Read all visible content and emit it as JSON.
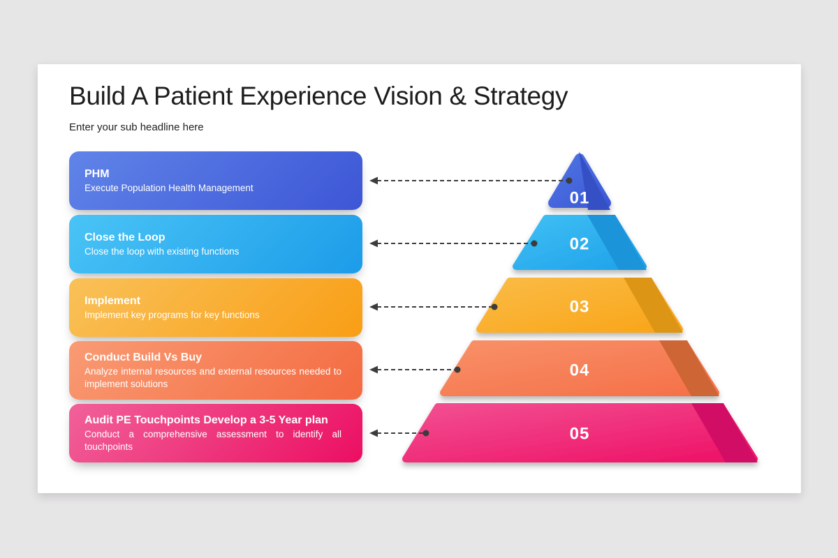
{
  "slide": {
    "title": "Build A Patient Experience Vision & Strategy",
    "subtitle": "Enter your sub headline here",
    "background_color": "#e7e6e7",
    "card_color": "#ffffff",
    "connector_color": "#3c3c3c",
    "text_color": "#1d1d1d"
  },
  "steps": [
    {
      "number": "01",
      "title": "PHM",
      "description": "Execute Population Health Management",
      "box_color_start": "#6084e8",
      "box_color_end": "#3d56d6",
      "tier_start": "#4e74e4",
      "tier_end": "#3c59d6",
      "tier_shade": "#3650c4"
    },
    {
      "number": "02",
      "title": "Close the Loop",
      "description": "Close the loop with existing functions",
      "box_color_start": "#4ac4f6",
      "box_color_end": "#1c9ce9",
      "tier_start": "#3fbff4",
      "tier_end": "#1fa2ea",
      "tier_shade": "#1e94d9"
    },
    {
      "number": "03",
      "title": "Implement",
      "description": "Implement key programs for key functions",
      "box_color_start": "#f9c159",
      "box_color_end": "#f99e15",
      "tier_start": "#fabb45",
      "tier_end": "#f9a519",
      "tier_shade": "#dd9519"
    },
    {
      "number": "04",
      "title": "Conduct Build Vs Buy",
      "description": "Analyze internal resources and external resources needed to implement solutions",
      "box_color_start": "#f99b74",
      "box_color_end": "#f46a40",
      "tier_start": "#f89068",
      "tier_end": "#f57048",
      "tier_shade": "#ce6534"
    },
    {
      "number": "05",
      "title": "Audit PE Touchpoints Develop a 3-5 Year plan",
      "description": "Conduct a comprehensive assessment to identify all touchpoints",
      "box_color_start": "#f1619a",
      "box_color_end": "#ec0e62",
      "tier_start": "#f24f91",
      "tier_end": "#ee1166",
      "tier_shade": "#d20c66"
    }
  ]
}
